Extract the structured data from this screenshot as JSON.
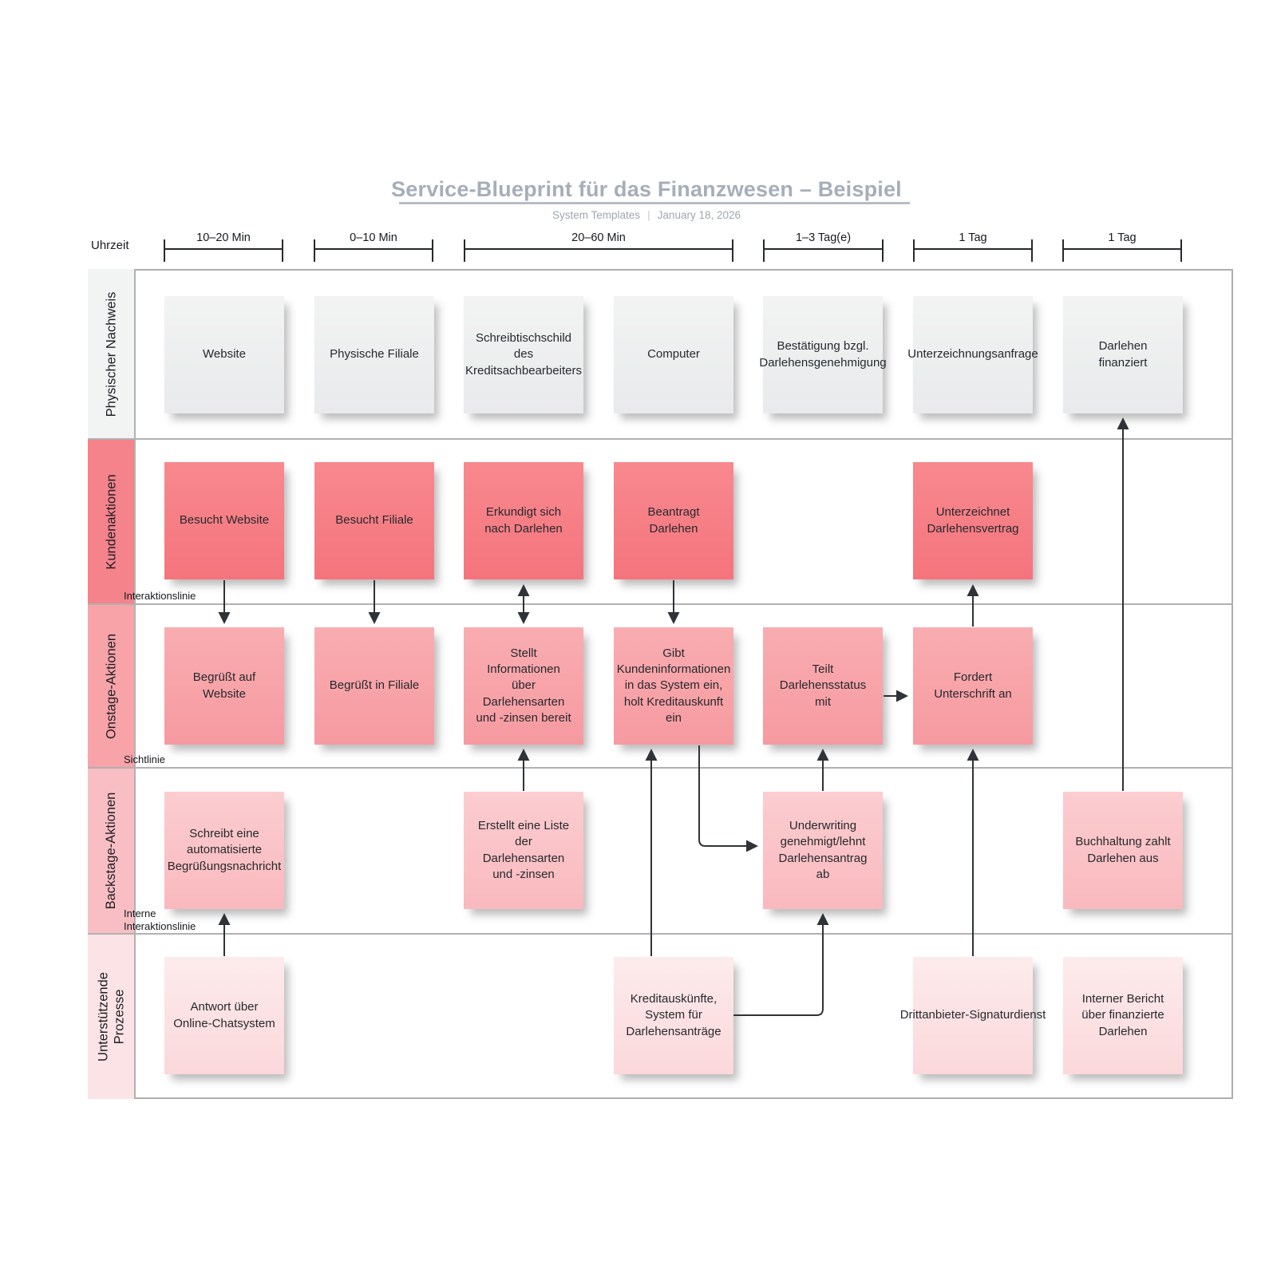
{
  "header": {
    "title": "Service-Blueprint für das Finanzwesen – Beispiel",
    "subtitle_source": "System Templates",
    "subtitle_separator": "|",
    "subtitle_date": "January 18, 2026"
  },
  "time_axis": {
    "label": "Uhrzeit",
    "brackets": [
      "10–20 Min",
      "0–10 Min",
      "20–60 Min",
      "1–3 Tag(e)",
      "1 Tag",
      "1 Tag"
    ]
  },
  "lanes": [
    {
      "label": "Physischer Nachweis",
      "cards": [
        "Website",
        "Physische Filiale",
        "Schreibtischschild\ndes\nKreditsachbearbeiters",
        "Computer",
        "Bestätigung bzgl.\nDarlehensgenehmigung",
        "Unterzeichnungsanfrage",
        "Darlehen\nfinanziert"
      ]
    },
    {
      "label": "Kundenaktionen",
      "cards": [
        "Besucht Website",
        "Besucht Filiale",
        "Erkundigt sich\nnach Darlehen",
        "Beantragt\nDarlehen",
        "Unterzeichnet\nDarlehensvertrag"
      ]
    },
    {
      "label": "Onstage-Aktionen",
      "cards": [
        "Begrüßt auf\nWebsite",
        "Begrüßt in Filiale",
        "Stellt\nInformationen\nüber\nDarlehensarten\nund -zinsen bereit",
        "Gibt\nKundeninformationen\nin das System ein,\nholt Kreditauskunft\nein",
        "Teilt\nDarlehensstatus\nmit",
        "Fordert\nUnterschrift an"
      ]
    },
    {
      "label": "Backstage-Aktionen",
      "cards": [
        "Schreibt eine\nautomatisierte\nBegrüßungsnachricht",
        "Erstellt eine Liste\nder\nDarlehensarten\nund -zinsen",
        "Underwriting\ngenehmigt/lehnt\nDarlehensantrag\nab",
        "Buchhaltung zahlt\nDarlehen aus"
      ]
    },
    {
      "label": "Unterstützende\nProzesse",
      "cards": [
        "Antwort über\nOnline-Chatsystem",
        "Kreditauskünfte,\nSystem für\nDarlehensanträge",
        "Drittanbieter-Signaturdienst",
        "Interner Bericht\nüber finanzierte\nDarlehen"
      ]
    }
  ],
  "dividers": {
    "interaction": "Interaktionslinie",
    "visibility": "Sichtlinie",
    "internal": "Interne\nInteraktionslinie"
  },
  "colors": {
    "title": "#a6aeb9",
    "lane_evidence": "#f2f3f3",
    "lane_customer": "#f5838b",
    "lane_onstage": "#f7a3a8",
    "lane_backstage": "#f9bec3",
    "lane_support": "#fce3e6",
    "grid_line": "#b1b1b1",
    "connector": "#2f3236"
  }
}
